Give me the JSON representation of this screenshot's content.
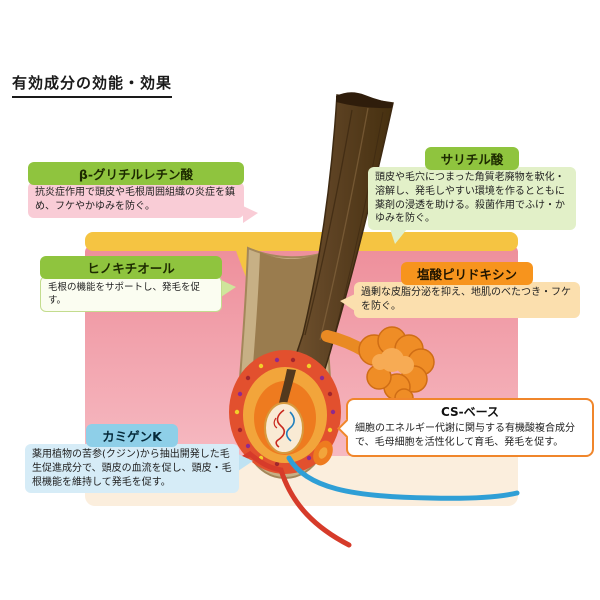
{
  "title": "有効成分の効能・効果",
  "colors": {
    "header_green": "#8fc43e",
    "header_orange": "#f7941d",
    "header_blue": "#8ecfe8",
    "body_pink": "#f9ccd6",
    "body_light_green": "#e2f0c8",
    "body_light_orange": "#fbdfae",
    "body_light_blue": "#d6ecf7",
    "cs_border_orange": "#f0862b",
    "skin_pink": "#ef94a0",
    "sebum_yellow": "#f5c442",
    "hair_brown": "#5d4223",
    "vessel_red": "#d63b2a",
    "vessel_blue": "#2f9fd6"
  },
  "callouts": {
    "glycyrrhetinic": {
      "title": "β-グリチルレチン酸",
      "body": "抗炎症作用で頭皮や毛根周囲組織の炎症を鎮め、フケやかゆみを防ぐ。"
    },
    "salicylic": {
      "title": "サリチル酸",
      "body": "頭皮や毛穴につまった角質老廃物を軟化・溶解し、発毛しやすい環境を作るとともに薬剤の浸透を助ける。殺菌作用でふけ・かゆみを防ぐ。"
    },
    "hinokitiol": {
      "title": "ヒノキチオール",
      "body": "毛根の機能をサポートし、発毛を促す。"
    },
    "pyridoxine": {
      "title": "塩酸ピリドキシン",
      "body": "過剰な皮脂分泌を抑え、地肌のべたつき・フケを防ぐ。"
    },
    "cs_base": {
      "title": "CS-ベース",
      "body": "細胞のエネルギー代謝に関与する有機酸複合成分で、毛母細胞を活性化して育毛、発毛を促す。"
    },
    "kamigen_k": {
      "title": "カミゲンK",
      "body": "薬用植物の苦参(クジン)から抽出開発した毛生促進成分で、頭皮の血流を促し、頭皮・毛根機能を維持して発毛を促す。"
    }
  }
}
